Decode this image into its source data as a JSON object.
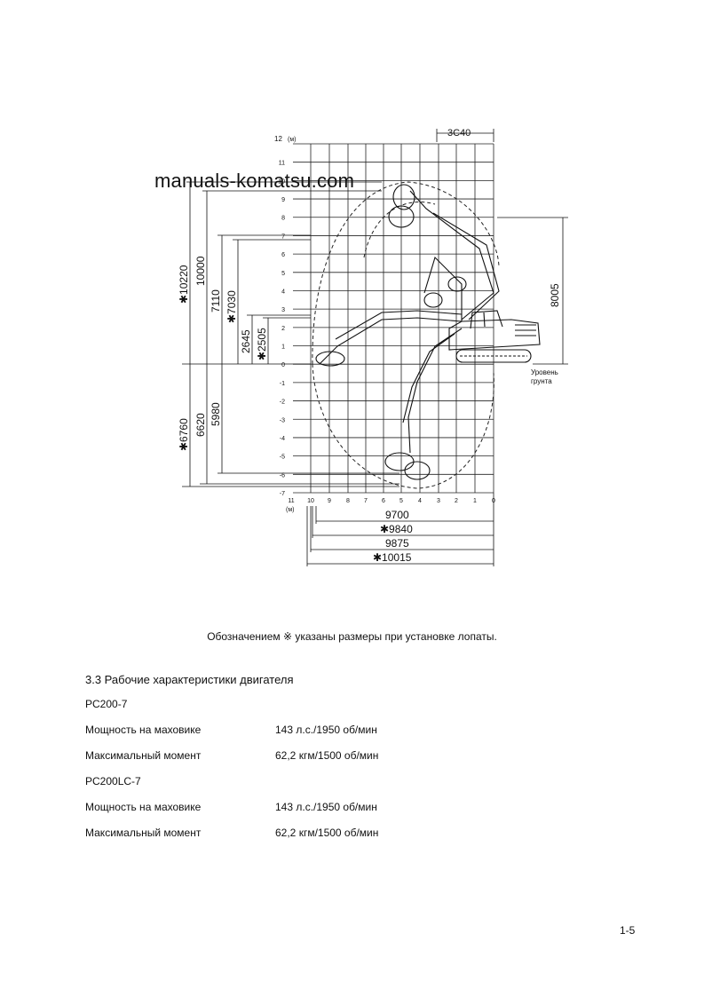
{
  "diagram": {
    "unit_label": "(м)",
    "y_axis_ticks": [
      "12",
      "11",
      "10",
      "9",
      "8",
      "7",
      "6",
      "5",
      "4",
      "3",
      "2",
      "1",
      "0",
      "-1",
      "-2",
      "-3",
      "-4",
      "-5",
      "-6",
      "-7"
    ],
    "x_axis_ticks": [
      "11",
      "10",
      "9",
      "8",
      "7",
      "6",
      "5",
      "4",
      "3",
      "2",
      "1",
      "0"
    ],
    "top_dimension": "3С40",
    "right_dimension": "8005",
    "ground_level": [
      "Уровень",
      "грунта"
    ],
    "left_dimensions": [
      "✱10220",
      "10000",
      "7110",
      "✱7030",
      "2645",
      "✱2505",
      "✱6760",
      "6620",
      "5980"
    ],
    "bottom_dimensions": [
      "9700",
      "✱9840",
      "9875",
      "✱10015"
    ]
  },
  "watermark": "manuals-komatsu.com",
  "note": "Обозначением ※ указаны размеры при установке лопаты.",
  "section": {
    "title": "3.3  Рабочие характеристики двигателя",
    "models": [
      {
        "name": "PC200-7",
        "rows": [
          {
            "label": "Мощность на маховике",
            "value": "143 л.с./1950 об/мин"
          },
          {
            "label": "Максимальный момент",
            "value": "62,2 кгм/1500 об/мин"
          }
        ]
      },
      {
        "name": "PC200LC-7",
        "rows": [
          {
            "label": "Мощность на маховике",
            "value": "143 л.с./1950 об/мин"
          },
          {
            "label": "Максимальный момент",
            "value": "62,2 кгм/1500 об/мин"
          }
        ]
      }
    ]
  },
  "page_number": "1-5"
}
